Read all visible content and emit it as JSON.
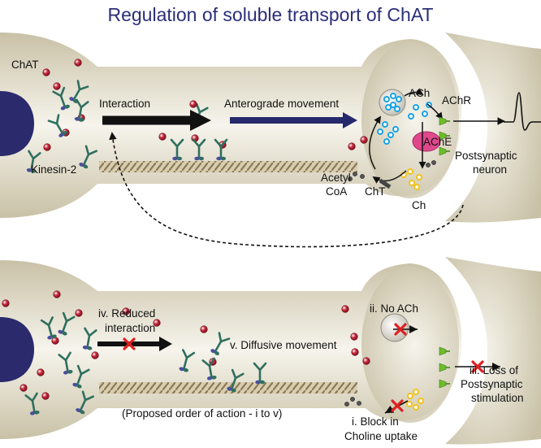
{
  "title": "Regulation of soluble transport of ChAT",
  "colors": {
    "membrane_light": "#f6f4ec",
    "membrane_dark": "#c9c1a6",
    "nucleus": "#2a2a6c",
    "chat": "#c8283a",
    "kinesin_arm": "#2f6f5f",
    "kinesin_head": "#4a4f9c",
    "arrow_black": "#111111",
    "arrow_blue": "#26296b",
    "ach_dot": "#1aa3e6",
    "choline_dot": "#f2c21b",
    "achr": "#6bbf2b",
    "ache": "#e0488c",
    "block_x": "#e02020"
  },
  "top_panel": {
    "chat_label": "ChAT",
    "kinesin_label": "Kinesin-2",
    "interaction_label": "Interaction",
    "anterograde_label": "Anterograde movement",
    "ach_label": "ACh",
    "achr_label": "AChR",
    "ache_label": "AChE",
    "postsynaptic_line1": "Postsynaptic",
    "postsynaptic_line2": "neuron",
    "acetyl_line1": "Acetyl",
    "acetyl_line2": "CoA",
    "cht_label": "ChT",
    "ch_label": "Ch"
  },
  "bottom_panel": {
    "reduced_line1": "iv. Reduced",
    "reduced_line2": "interaction",
    "diffusive_label": "v. Diffusive movement",
    "no_ach_label": "ii. No ACh",
    "loss_line1": "iii. Loss of",
    "loss_line2": "Postsynaptic",
    "loss_line3": "stimulation",
    "order_label": "(Proposed order of action - i to v)",
    "block_line1": "i. Block in",
    "block_line2": "Choline uptake"
  }
}
